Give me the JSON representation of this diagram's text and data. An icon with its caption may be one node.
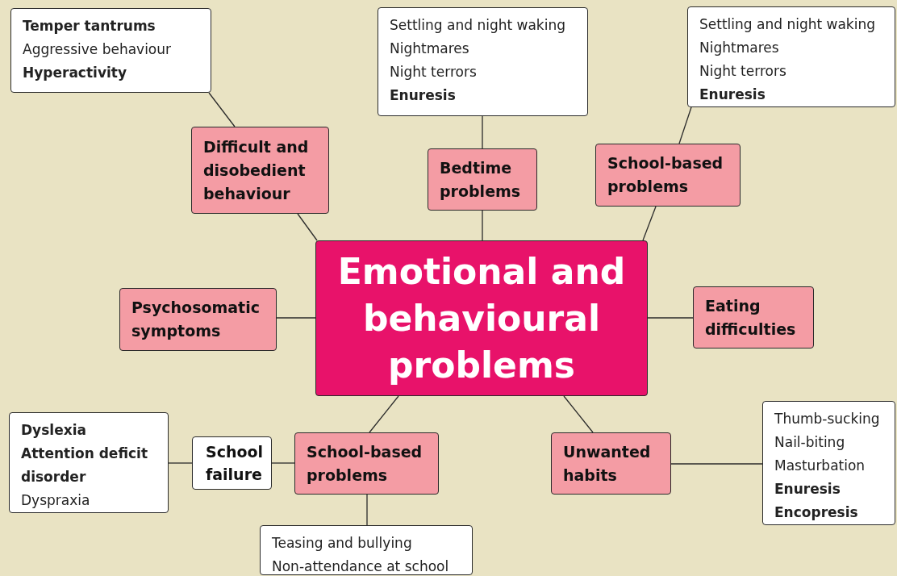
{
  "diagram": {
    "nodes": [
      {
        "text": [
          "Emotional and behavioural problems"
        ]
      },
      {
        "text": [
          "**Temper tantrums**",
          "Aggressive behaviour",
          "**Hyperactivity**"
        ]
      },
      {
        "text": [
          "Difficult and disobedient behaviour"
        ]
      },
      {
        "text": [
          "Settling and night waking",
          "Nightmares",
          "Night terrors",
          "**Enuresis**"
        ]
      },
      {
        "text": [
          "Bedtime problems"
        ]
      },
      {
        "text": [
          "Settling and night waking",
          "Nightmares",
          "Night terrors",
          "**Enuresis**"
        ]
      },
      {
        "text": [
          "School-based problems"
        ]
      },
      {
        "text": [
          "Psychosomatic symptoms"
        ]
      },
      {
        "text": [
          "Eating difficulties"
        ]
      },
      {
        "text": [
          "**Dyslexia**",
          "**Attention deficit disorder**",
          "Dyspraxia"
        ]
      },
      {
        "text": [
          "School failure"
        ]
      },
      {
        "text": [
          "School-based problems"
        ]
      },
      {
        "text": [
          "Teasing and bullying",
          "Non-attendance at school"
        ]
      },
      {
        "text": [
          "Unwanted habits"
        ]
      },
      {
        "text": [
          "Thumb-sucking",
          "Nail-biting",
          "Masturbation",
          "**Enuresis**",
          "**Encopresis**"
        ]
      }
    ],
    "edges": [
      {
        "from": 2,
        "to": 1,
        "arrow": "none"
      },
      {
        "from": 0,
        "to": 2,
        "arrow": "none"
      },
      {
        "from": 4,
        "to": 3,
        "arrow": "none"
      },
      {
        "from": 0,
        "to": 4,
        "arrow": "none"
      },
      {
        "from": 6,
        "to": 5,
        "arrow": "none"
      },
      {
        "from": 0,
        "to": 6,
        "arrow": "none"
      },
      {
        "from": 0,
        "to": 7,
        "arrow": "none"
      },
      {
        "from": 0,
        "to": 8,
        "arrow": "none"
      },
      {
        "from": 10,
        "to": 9,
        "arrow": "none"
      },
      {
        "from": 11,
        "to": 10,
        "arrow": "none"
      },
      {
        "from": 0,
        "to": 11,
        "arrow": "none"
      },
      {
        "from": 11,
        "to": 12,
        "arrow": "none"
      },
      {
        "from": 0,
        "to": 13,
        "arrow": "none"
      },
      {
        "from": 13,
        "to": 14,
        "arrow": "none"
      }
    ]
  }
}
